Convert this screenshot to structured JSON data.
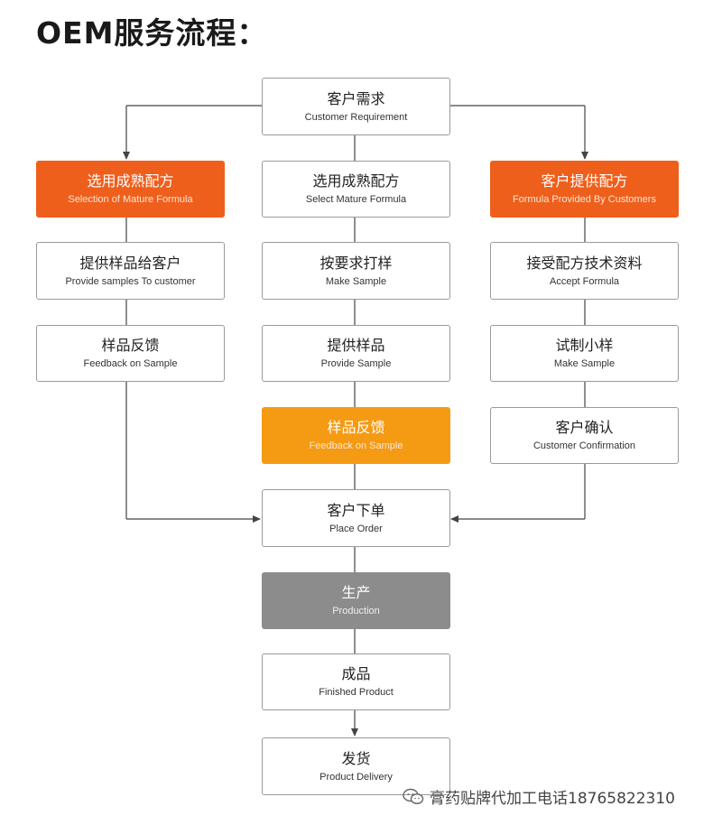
{
  "title": "OEM服务流程：",
  "nodes": {
    "customer_requirement": {
      "zh": "客户需求",
      "en": "Customer Requirement"
    },
    "left_mature_formula": {
      "zh": "选用成熟配方",
      "en": "Selection of Mature Formula"
    },
    "mid_mature_formula": {
      "zh": "选用成熟配方",
      "en": "Select Mature Formula"
    },
    "customer_formula": {
      "zh": "客户提供配方",
      "en": "Formula  Provided By Customers"
    },
    "provide_samples_customer": {
      "zh": "提供样品给客户",
      "en": "Provide samples To customer"
    },
    "make_sample_req": {
      "zh": "按要求打样",
      "en": "Make Sample"
    },
    "accept_formula": {
      "zh": "接受配方技术资料",
      "en": "Accept Formula"
    },
    "left_feedback": {
      "zh": "样品反馈",
      "en": "Feedback on Sample"
    },
    "provide_sample": {
      "zh": "提供样品",
      "en": "Provide Sample"
    },
    "trial_sample": {
      "zh": "试制小样",
      "en": "Make Sample"
    },
    "mid_feedback": {
      "zh": "样品反馈",
      "en": "Feedback on Sample"
    },
    "customer_confirmation": {
      "zh": "客户确认",
      "en": "Customer Confirmation"
    },
    "place_order": {
      "zh": "客户下单",
      "en": "Place Order"
    },
    "production": {
      "zh": "生产",
      "en": "Production"
    },
    "finished_product": {
      "zh": "成品",
      "en": "Finished Product"
    },
    "delivery": {
      "zh": "发货",
      "en": "Product Delivery"
    }
  },
  "colors": {
    "orange_red": "#ef5f1c",
    "orange": "#f59a13",
    "gray": "#8c8c8c",
    "border": "#9a9a9a",
    "line": "#444444"
  },
  "watermark": {
    "icon": "wechat-icon",
    "text": "膏药贴牌代加工电话18765822310"
  }
}
